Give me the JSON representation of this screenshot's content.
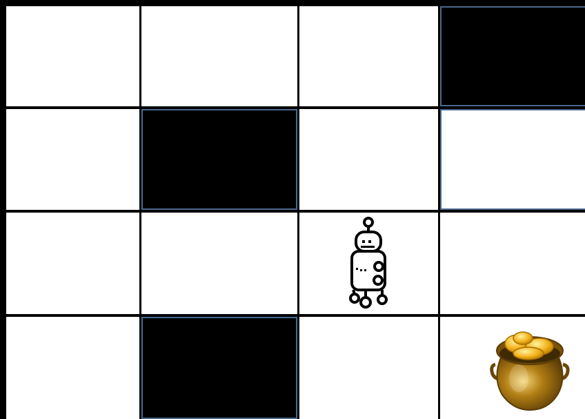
{
  "grid": {
    "rows": 4,
    "cols": 4,
    "cells": [
      [
        "empty",
        "empty",
        "empty",
        "wall"
      ],
      [
        "empty",
        "wall",
        "empty",
        "empty"
      ],
      [
        "empty",
        "empty",
        "robot",
        "empty"
      ],
      [
        "empty",
        "wall",
        "empty",
        "gold"
      ]
    ]
  },
  "agent": {
    "icon": "robot-icon",
    "row": 2,
    "col": 2
  },
  "goal": {
    "icon": "pot-of-gold-icon",
    "row": 3,
    "col": 3
  },
  "colors": {
    "background": "#000000",
    "floor": "#ffffff",
    "wall": "#000000",
    "wall_outline": "#4a6a8e",
    "gold": "#f2b21b",
    "pot": "#b07d14"
  }
}
